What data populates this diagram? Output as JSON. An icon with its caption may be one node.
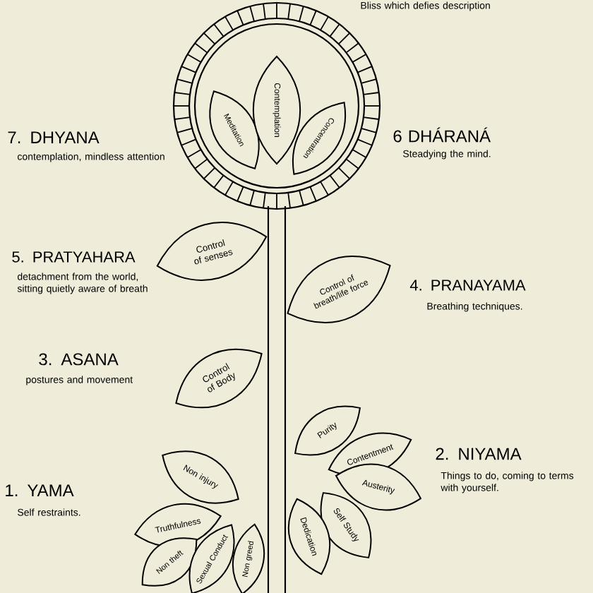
{
  "diagram": {
    "nodes": [
      {
        "text": [
          "Meditation"
        ]
      },
      {
        "text": [
          "Contemplation"
        ]
      },
      {
        "text": [
          "Concentration"
        ]
      },
      {
        "text": [
          "Control of senses"
        ]
      },
      {
        "text": [
          "Control of breath/life force"
        ]
      },
      {
        "text": [
          "Control of Body"
        ]
      },
      {
        "text": [
          "Purity"
        ]
      },
      {
        "text": [
          "Contentment"
        ]
      },
      {
        "text": [
          "Non injury"
        ]
      },
      {
        "text": [
          "Austerity"
        ]
      },
      {
        "text": [
          "Truthfulness"
        ]
      },
      {
        "text": [
          "Self Study"
        ]
      },
      {
        "text": [
          "Dedication"
        ]
      },
      {
        "text": [
          "Non theft"
        ]
      },
      {
        "text": [
          "Sexual Conduct"
        ]
      },
      {
        "text": [
          "Non greed"
        ]
      }
    ],
    "labels": [
      "Bliss which defies description",
      "7. DHYANA",
      "contemplation, mindless attention",
      "6 DHÁRANÁ",
      "Steadying the mind.",
      "5. PRATYAHARA",
      "detachment from the world, sitting quietly aware of breath",
      "4. PRANAYAMA",
      "Breathing techniques.",
      "3. ASANA",
      "postures and movement",
      "2. NIYAMA",
      "Things to do, coming to terms with yourself.",
      "1. YAMA",
      "Self restraints."
    ]
  }
}
